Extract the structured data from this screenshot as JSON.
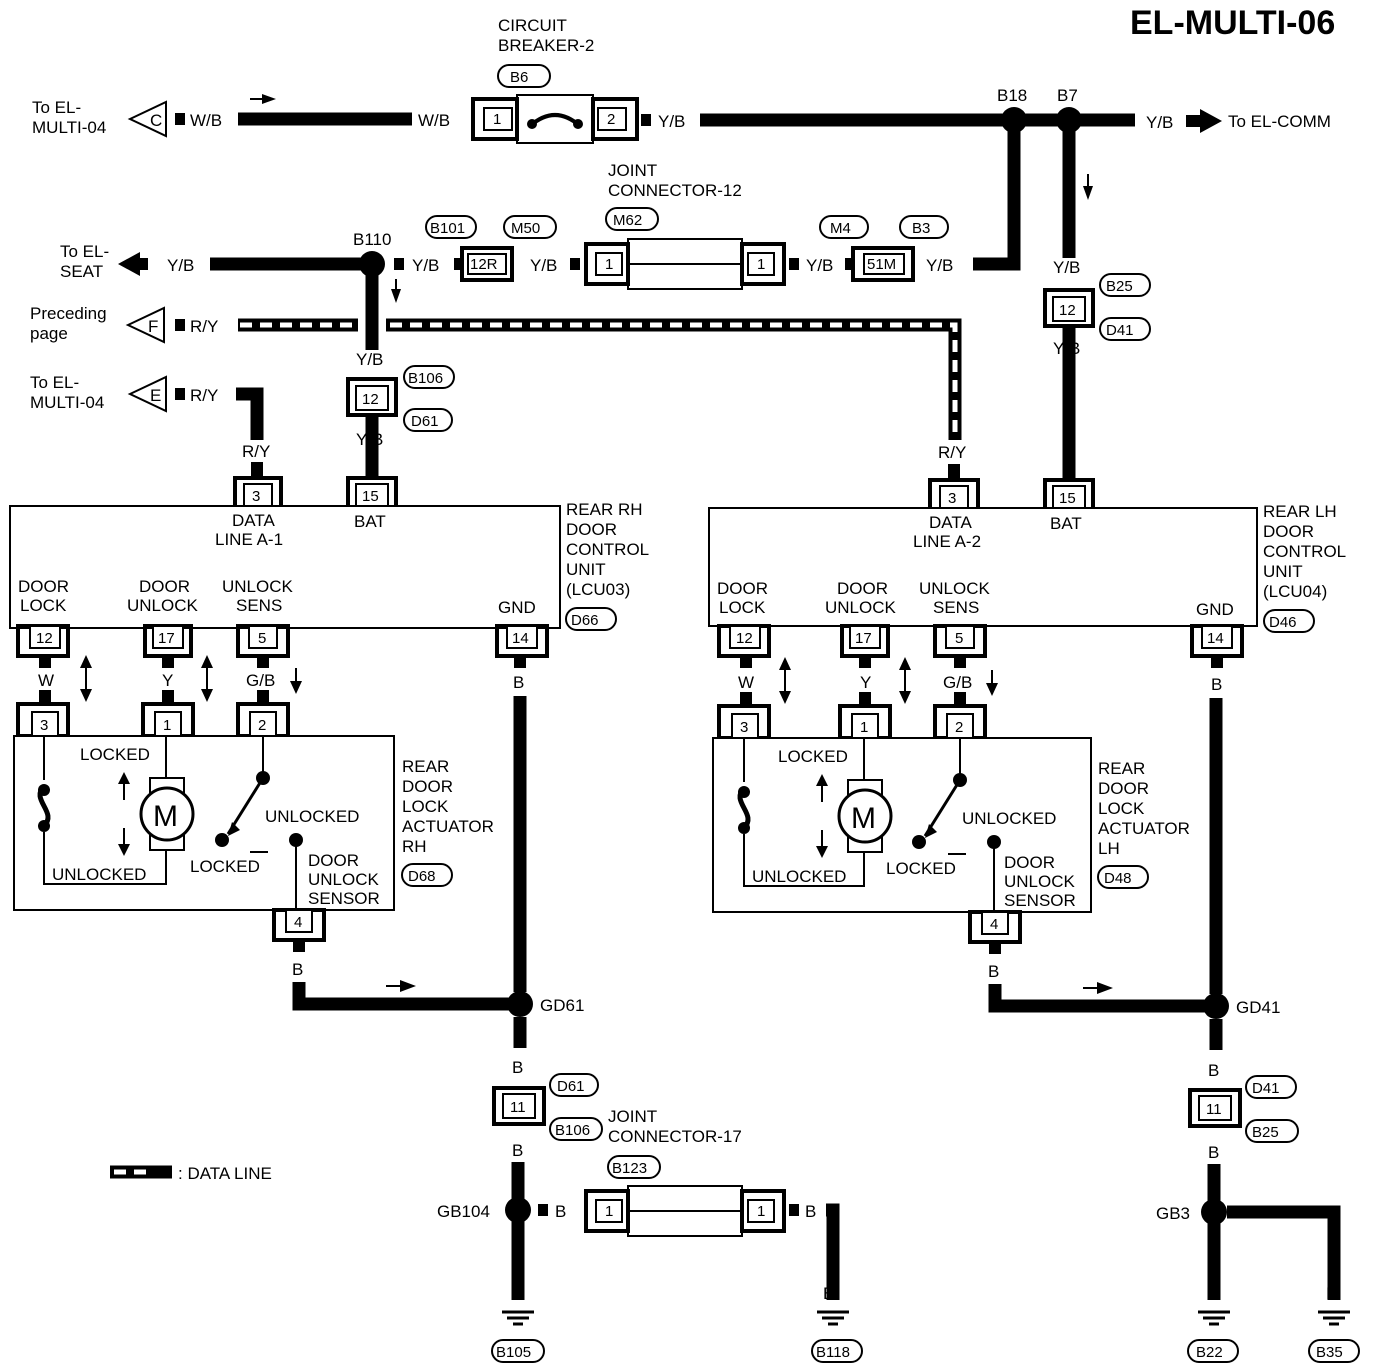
{
  "title": "EL-MULTI-06",
  "top": {
    "breaker_name": [
      "CIRCUIT",
      "BREAKER-2"
    ],
    "breaker_conn": "B6",
    "to_multi04_c": [
      "To EL-",
      "MULTI-04"
    ],
    "arrow_c": "C",
    "wb": "W/B",
    "yb": "Y/B",
    "node_b18": "B18",
    "node_b7": "B7",
    "to_el_comm": "To EL-COMM",
    "jc12_name": [
      "JOINT",
      "CONNECTOR-12"
    ],
    "conn_b101": "B101",
    "conn_m50": "M50",
    "conn_m62": "M62",
    "conn_m4": "M4",
    "conn_b3": "B3",
    "pin_12r": "12R",
    "pin_51m": "51M",
    "node_b110": "B110",
    "to_seat": [
      "To EL-",
      "SEAT"
    ],
    "preceding": [
      "Preceding",
      "page"
    ],
    "arrow_f": "F",
    "arrow_e": "E",
    "ry": "R/Y",
    "to_multi04_e": [
      "To EL-",
      "MULTI-04"
    ],
    "conn_b106": "B106",
    "conn_d61": "D61",
    "conn_b25": "B25",
    "conn_d41": "D41"
  },
  "rh": {
    "unit_name": [
      "REAR RH",
      "DOOR",
      "CONTROL",
      "UNIT",
      "(LCU03)"
    ],
    "unit_conn": "D66",
    "data_line": [
      "DATA",
      "LINE A-1"
    ],
    "bat": "BAT",
    "door_lock": [
      "DOOR",
      "LOCK"
    ],
    "door_unlock": [
      "DOOR",
      "UNLOCK"
    ],
    "unlock_sens": [
      "UNLOCK",
      "SENS"
    ],
    "gnd": "GND",
    "actuator_name": [
      "REAR",
      "DOOR",
      "LOCK",
      "ACTUATOR",
      "RH"
    ],
    "actuator_conn": "D68",
    "ground_node": "GD61",
    "ground_conn_a": "D61",
    "ground_conn_b": "B106",
    "body_ground_node": "GB104",
    "jc17_name": [
      "JOINT",
      "CONNECTOR-17"
    ],
    "jc17_conn": "B123",
    "earth_1": "B105",
    "earth_2": "B118"
  },
  "lh": {
    "unit_name": [
      "REAR LH",
      "DOOR",
      "CONTROL",
      "UNIT",
      "(LCU04)"
    ],
    "unit_conn": "D46",
    "data_line": [
      "DATA",
      "LINE A-2"
    ],
    "bat": "BAT",
    "door_lock": [
      "DOOR",
      "LOCK"
    ],
    "door_unlock": [
      "DOOR",
      "UNLOCK"
    ],
    "unlock_sens": [
      "UNLOCK",
      "SENS"
    ],
    "gnd": "GND",
    "actuator_name": [
      "REAR",
      "DOOR",
      "LOCK",
      "ACTUATOR",
      "LH"
    ],
    "actuator_conn": "D48",
    "ground_node": "GD41",
    "ground_conn_a": "D41",
    "ground_conn_b": "B25",
    "body_ground_node": "GB3",
    "earth_1": "B22",
    "earth_2": "B35"
  },
  "common": {
    "w": "W",
    "y": "Y",
    "gb": "G/B",
    "b": "B",
    "locked": "LOCKED",
    "unlocked": "UNLOCKED",
    "motor": "M",
    "sensor": [
      "DOOR",
      "UNLOCK",
      "SENSOR"
    ],
    "pins": {
      "p1": "1",
      "p2": "2",
      "p3": "3",
      "p4": "4",
      "p5": "5",
      "p11": "11",
      "p12": "12",
      "p14": "14",
      "p15": "15",
      "p17": "17"
    }
  },
  "legend": ": DATA LINE"
}
